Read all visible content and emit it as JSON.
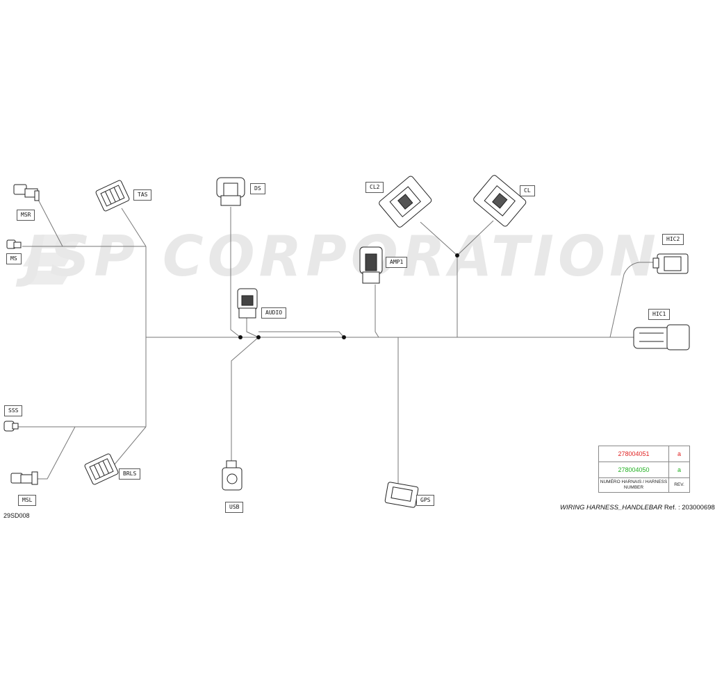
{
  "watermark": {
    "text": "JSP CORPORATION"
  },
  "part_number": "29SD008",
  "connectors": {
    "msr": "MSR",
    "ms": "MS",
    "tas": "TAS",
    "ds": "DS",
    "cl2": "CL2",
    "cl": "CL",
    "amp1": "AMP1",
    "audio": "AUDIO",
    "hic2": "HIC2",
    "hic1": "HIC1",
    "sss": "SSS",
    "msl": "MSL",
    "brls": "BRLS",
    "usb": "USB",
    "gps": "GPS"
  },
  "revision_table": {
    "rows": [
      {
        "number": "278004051",
        "rev": "a",
        "color": "#e02020"
      },
      {
        "number": "278004050",
        "rev": "a",
        "color": "#20b020"
      }
    ],
    "header_number": "NUMÉRO HARNAIS / HARNESS NUMBER",
    "header_rev": "REV."
  },
  "reference": {
    "title": "WIRING HARNESS_HANDLEBAR",
    "ref_label": "Ref. :",
    "ref_number": "203000698"
  },
  "colors": {
    "wire": "#777777",
    "outline": "#222222",
    "watermark": "#e8e8e8"
  }
}
